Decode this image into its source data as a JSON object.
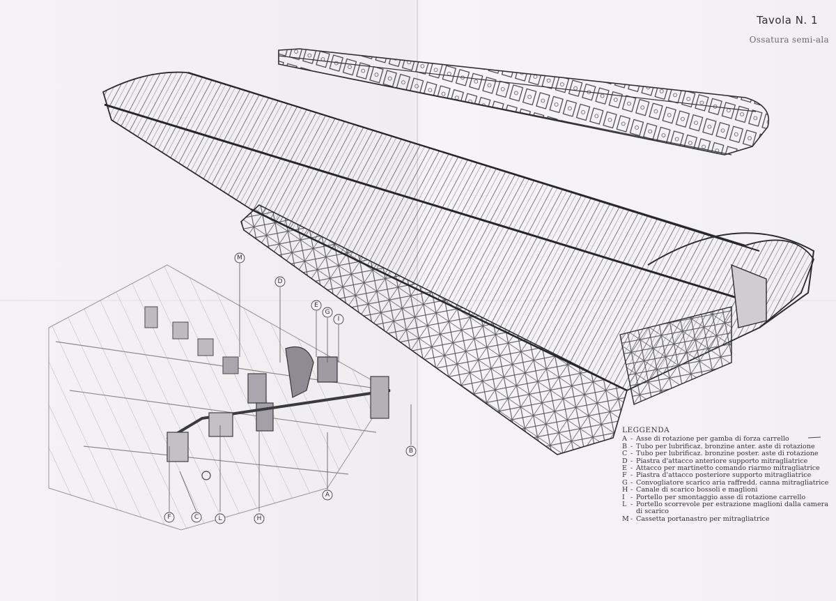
{
  "plate": {
    "number": "Tavola N. 1",
    "subtitle": "Ossatura semi-ala"
  },
  "legend": {
    "title": "LEGGENDA",
    "items": [
      {
        "key": "A",
        "text": "Asse di rotazione per gamba di forza carrello"
      },
      {
        "key": "B",
        "text": "Tubo per lubrificaz. bronzine anter. aste di rotazione"
      },
      {
        "key": "C",
        "text": "Tubo per lubrificaz. bronzine poster. aste di rotazione"
      },
      {
        "key": "D",
        "text": "Piastra d'attacco anteriore supporto mitragliatrice"
      },
      {
        "key": "E",
        "text": "Attacco per martinetto comando riarmo mitragliatrice"
      },
      {
        "key": "F",
        "text": "Piastra d'attacco posteriore supporto mitragliatrice"
      },
      {
        "key": "G",
        "text": "Convogliatore scarico aria raffredd. canna mitragliatrice"
      },
      {
        "key": "H",
        "text": "Canale di scarico bossoli e maglioni"
      },
      {
        "key": "I",
        "text": "Portello per smontaggio asse di rotazione carrello"
      },
      {
        "key": "L",
        "text": "Portello scorrevole per estrazione maglioni dalla camera di scarico"
      },
      {
        "key": "M",
        "text": "Cassetta portanastro per mitragliatrice"
      }
    ]
  },
  "callouts": [
    {
      "id": "M",
      "label": "M"
    },
    {
      "id": "D",
      "label": "D"
    },
    {
      "id": "E",
      "label": "E"
    },
    {
      "id": "G",
      "label": "G"
    },
    {
      "id": "I",
      "label": "I"
    },
    {
      "id": "B",
      "label": "B"
    },
    {
      "id": "A",
      "label": "A"
    },
    {
      "id": "F",
      "label": "F"
    },
    {
      "id": "C",
      "label": "C"
    },
    {
      "id": "L",
      "label": "L"
    },
    {
      "id": "H",
      "label": "H"
    }
  ],
  "colors": {
    "paper": "#f3f1f3",
    "ink": "#2a2a2e",
    "faint_ink": "#8a8a90"
  }
}
